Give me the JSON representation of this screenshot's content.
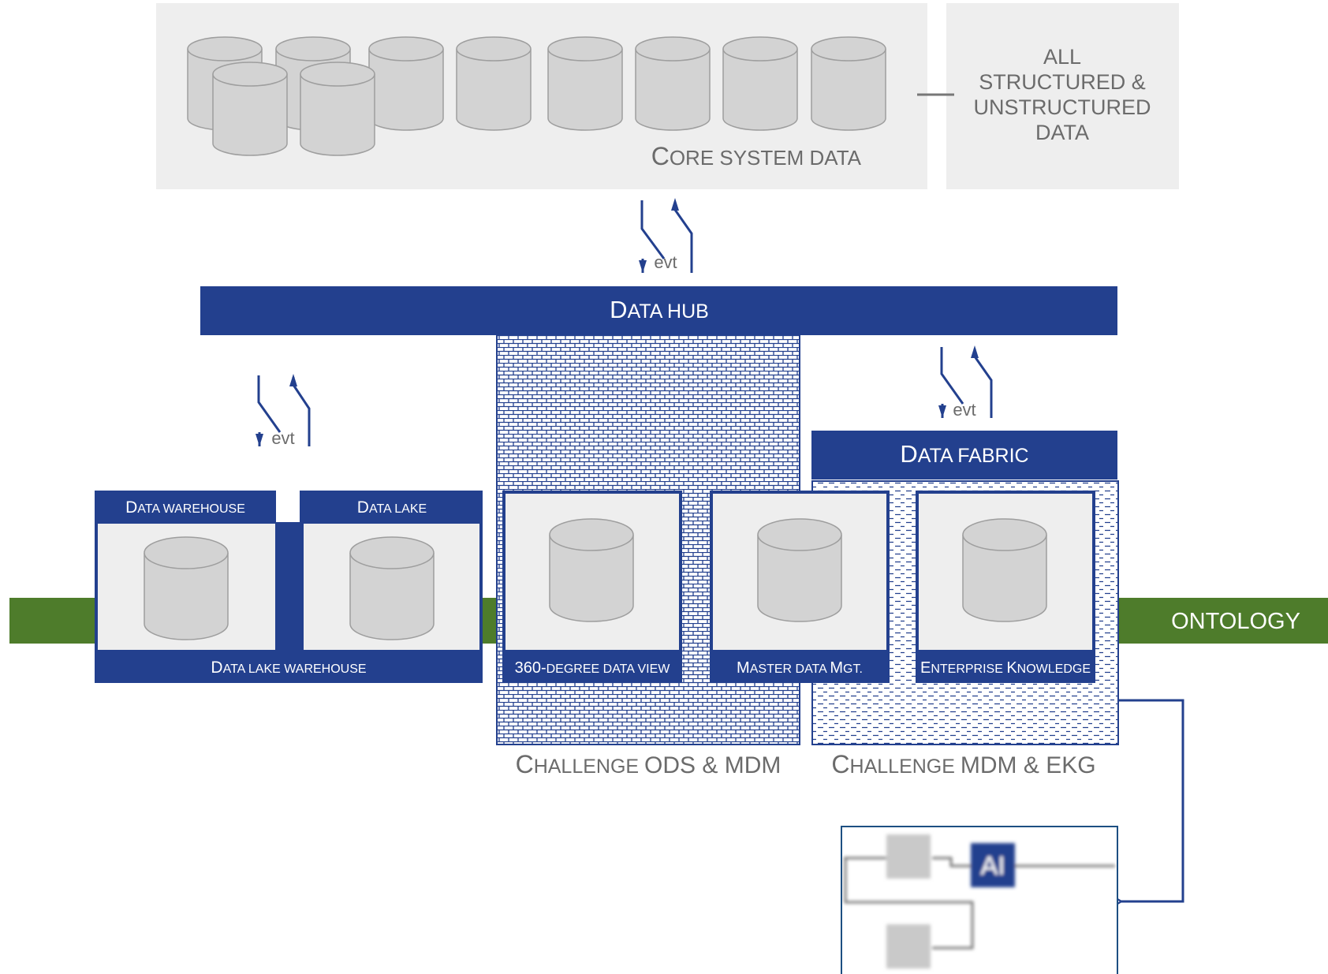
{
  "core": {
    "title_first": "C",
    "title_rest": "ORE SYSTEM DATA",
    "db_label": "DB",
    "side_lines": [
      "ALL",
      "STRUCTURED &",
      "UNSTRUCTURED",
      "DATA"
    ]
  },
  "event_label": "evt",
  "hub": {
    "first": "D",
    "rest": "ATA HUB"
  },
  "fabric": {
    "first": "D",
    "rest": "ATA FABRIC"
  },
  "warehouse": {
    "first": "D",
    "rest": "ATA WAREHOUSE",
    "db": "DW"
  },
  "lake": {
    "first": "D",
    "rest": "ATA LAKE",
    "db": "DL"
  },
  "lakehouse": {
    "first": "D",
    "rest": "ATA LAKE WAREHOUSE"
  },
  "ods": {
    "db": "ODS",
    "caption_first": "360-",
    "caption_rest": "DEGREE DATA VIEW"
  },
  "mdm": {
    "db": "MDM",
    "caption_first": "M",
    "caption_rest": "ASTER DATA ",
    "caption_first2": "M",
    "caption_rest2": "GT."
  },
  "ekg": {
    "db": "EKG",
    "caption_first": "E",
    "caption_rest": "NTERPRISE ",
    "caption_first2": "K",
    "caption_rest2": "NOWLEDGE"
  },
  "ontology": "ONTOLOGY",
  "challenge_ods": {
    "first": "C",
    "rest": "HALLENGE ",
    "tail": "ODS & MDM"
  },
  "challenge_mdm": {
    "first": "C",
    "rest": "HALLENGE ",
    "tail": "MDM & EKG"
  },
  "ai_label": "AI",
  "colors": {
    "navy": "#23408e",
    "green": "#4e7c2b",
    "panel_gray": "#eeeeee",
    "db_gray": "#d3d3d3",
    "db_stroke": "#9e9e9e",
    "text_gray": "#6b6b6b"
  }
}
